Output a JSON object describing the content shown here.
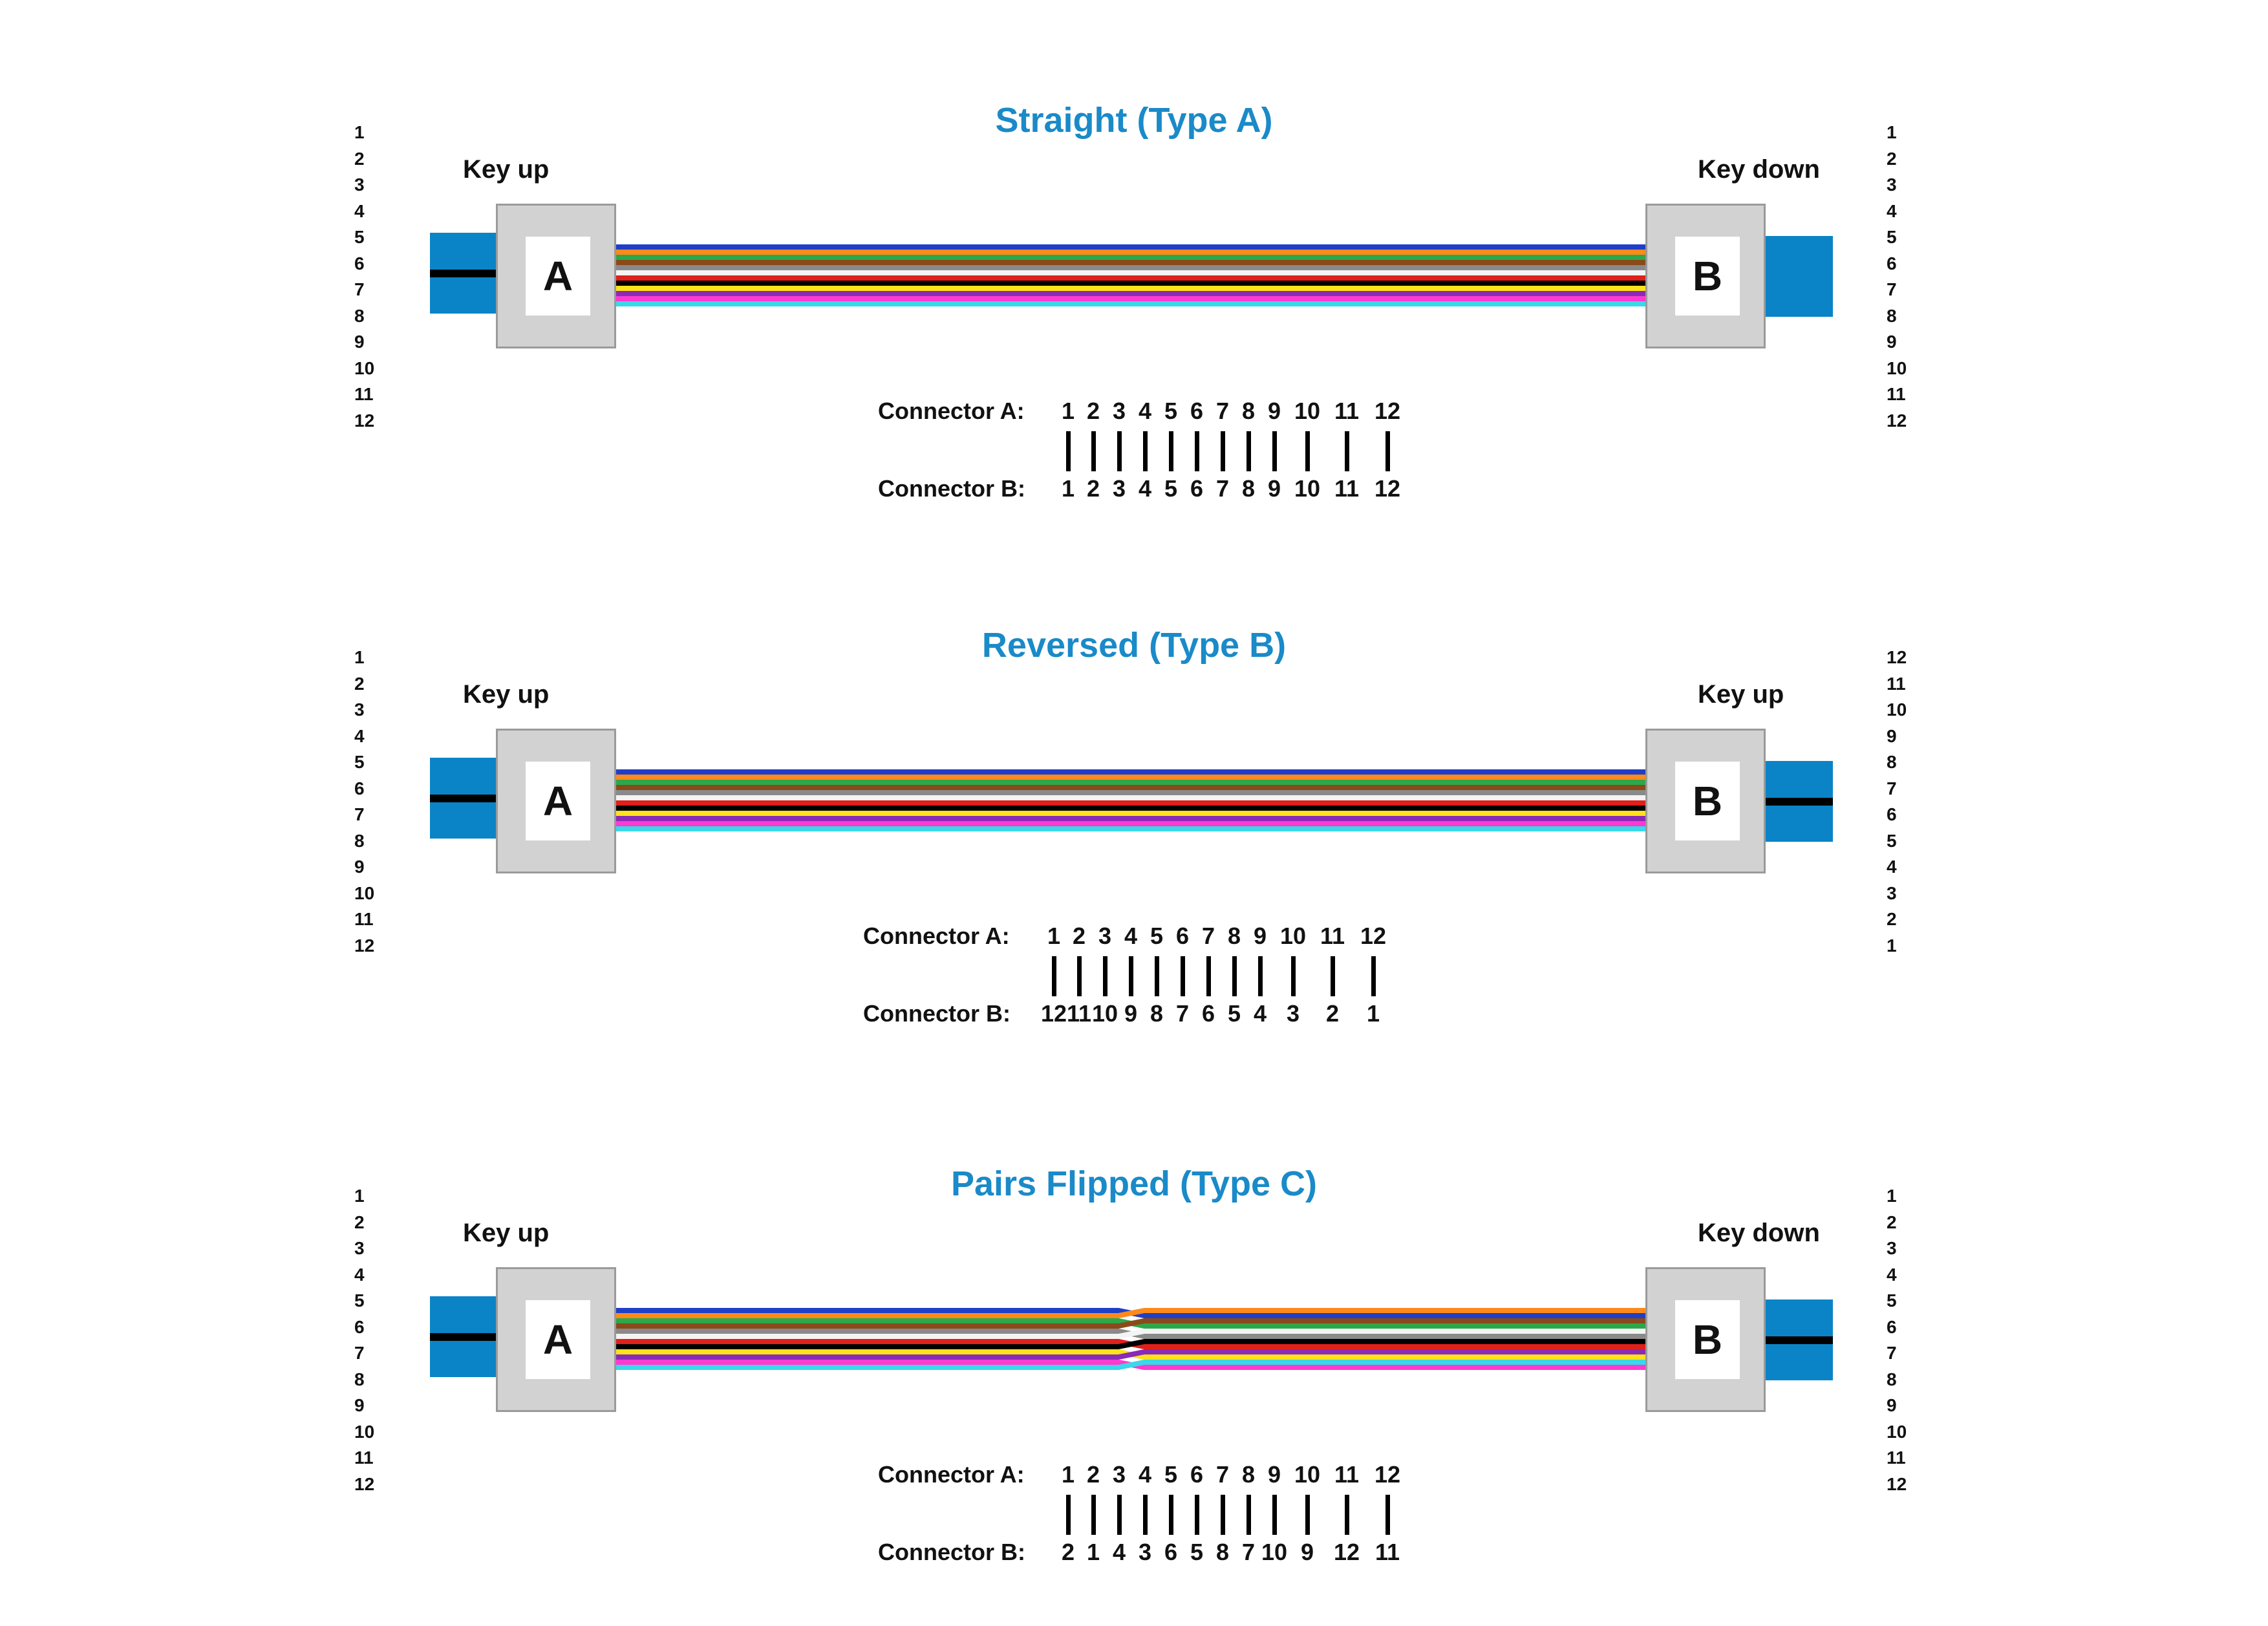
{
  "fiber_colors": [
    "#1f3fc8",
    "#ff8a1a",
    "#2ca84a",
    "#8a4a1a",
    "#8a8a8a",
    "#ffffff",
    "#e0201a",
    "#000000",
    "#ffe21a",
    "#8a2ab8",
    "#ff3ad0",
    "#3ad8e8"
  ],
  "panels": [
    {
      "title": "Straight (Type A)",
      "left_key": "Key up",
      "right_key": "Key down",
      "left_pins": [
        "1",
        "2",
        "3",
        "4",
        "5",
        "6",
        "7",
        "8",
        "9",
        "10",
        "11",
        "12"
      ],
      "right_pins": [
        "1",
        "2",
        "3",
        "4",
        "5",
        "6",
        "7",
        "8",
        "9",
        "10",
        "11",
        "12"
      ],
      "connector_a_label": "A",
      "connector_b_label": "B",
      "row_a_label": "Connector A:",
      "row_b_label": "Connector B:",
      "row_a": [
        "1",
        "2",
        "3",
        "4",
        "5",
        "6",
        "7",
        "8",
        "9",
        "10",
        "11",
        "12"
      ],
      "row_b": [
        "1",
        "2",
        "3",
        "4",
        "5",
        "6",
        "7",
        "8",
        "9",
        "10",
        "11",
        "12"
      ],
      "mapping": [
        1,
        2,
        3,
        4,
        5,
        6,
        7,
        8,
        9,
        10,
        11,
        12
      ],
      "right_boot_stripe": false
    },
    {
      "title": "Reversed (Type B)",
      "left_key": "Key up",
      "right_key": "Key up",
      "left_pins": [
        "1",
        "2",
        "3",
        "4",
        "5",
        "6",
        "7",
        "8",
        "9",
        "10",
        "11",
        "12"
      ],
      "right_pins": [
        "12",
        "11",
        "10",
        "9",
        "8",
        "7",
        "6",
        "5",
        "4",
        "3",
        "2",
        "1"
      ],
      "connector_a_label": "A",
      "connector_b_label": "B",
      "row_a_label": "Connector A:",
      "row_b_label": "Connector B:",
      "row_a": [
        "1",
        "2",
        "3",
        "4",
        "5",
        "6",
        "7",
        "8",
        "9",
        "10",
        "11",
        "12"
      ],
      "row_b": [
        "12",
        "11",
        "10",
        "9",
        "8",
        "7",
        "6",
        "5",
        "4",
        "3",
        "2",
        "1"
      ],
      "mapping": [
        12,
        11,
        10,
        9,
        8,
        7,
        6,
        5,
        4,
        3,
        2,
        1
      ],
      "right_boot_stripe": true
    },
    {
      "title": "Pairs Flipped (Type C)",
      "left_key": "Key up",
      "right_key": "Key down",
      "left_pins": [
        "1",
        "2",
        "3",
        "4",
        "5",
        "6",
        "7",
        "8",
        "9",
        "10",
        "11",
        "12"
      ],
      "right_pins": [
        "1",
        "2",
        "3",
        "4",
        "5",
        "6",
        "7",
        "8",
        "9",
        "10",
        "11",
        "12"
      ],
      "connector_a_label": "A",
      "connector_b_label": "B",
      "row_a_label": "Connector A:",
      "row_b_label": "Connector B:",
      "row_a": [
        "1",
        "2",
        "3",
        "4",
        "5",
        "6",
        "7",
        "8",
        "9",
        "10",
        "11",
        "12"
      ],
      "row_b": [
        "2",
        "1",
        "4",
        "3",
        "6",
        "5",
        "8",
        "7",
        "10",
        "9",
        "12",
        "11"
      ],
      "mapping": [
        2,
        1,
        4,
        3,
        6,
        5,
        8,
        7,
        10,
        9,
        12,
        11
      ],
      "right_boot_stripe": true
    }
  ]
}
